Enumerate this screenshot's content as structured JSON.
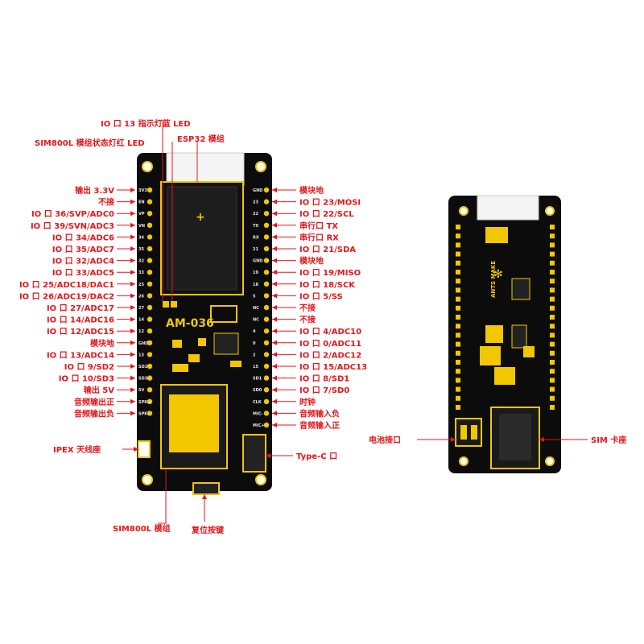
{
  "board": {
    "model": "AM-036",
    "brand": "ANTS MAKE"
  },
  "top_labels": [
    "IO 口 13 指示灯蓝 LED",
    "SIM800L 模组状态灯红 LED",
    "ESP32 模组"
  ],
  "left_labels": [
    "输出 3.3V",
    "不接",
    "IO 口 36/SVP/ADC0",
    "IO 口 39/SVN/ADC3",
    "IO 口 34/ADC6",
    "IO 口 35/ADC7",
    "IO 口 32/ADC4",
    "IO 口 33/ADC5",
    "IO 口 25/ADC18/DAC1",
    "IO 口 26/ADC19/DAC2",
    "IO 口 27/ADC17",
    "IO 口 14/ADC16",
    "IO 口 12/ADC15",
    "模块地",
    "IO 口 13/ADC14",
    "IO 口 9/SD2",
    "IO 口 10/SD3",
    "输出 5V",
    "音频输出正",
    "音频输出负"
  ],
  "right_labels": [
    "模块地",
    "IO 口 23/MOSI",
    "IO 口 22/SCL",
    "串行口 TX",
    "串行口 RX",
    "IO 口 21/SDA",
    "模块地",
    "IO 口 19/MISO",
    "IO 口 18/SCK",
    "IO 口 5/SS",
    "不接",
    "不接",
    "IO 口 4/ADC10",
    "IO 口 0/ADC11",
    "IO 口 2/ADC12",
    "IO 口 15/ADC13",
    "IO 口 8/SD1",
    "IO 口 7/SD0",
    "时钟",
    "音频输入负",
    "音频输入正"
  ],
  "silk_left": [
    "3V3",
    "EN",
    "VP",
    "VN",
    "34",
    "35",
    "32",
    "33",
    "25",
    "26",
    "27",
    "14",
    "12",
    "GND",
    "13",
    "SD2",
    "SD3",
    "5V",
    "SPK+",
    "SPK-"
  ],
  "silk_right": [
    "GND",
    "23",
    "22",
    "TX",
    "RX",
    "21",
    "GND",
    "19",
    "18",
    "5",
    "NC",
    "NC",
    "4",
    "0",
    "2",
    "15",
    "SD1",
    "SD0",
    "CLK",
    "MIC-",
    "MIC+"
  ],
  "other_labels": {
    "ipex": "IPEX 天线座",
    "typec": "Type-C 口",
    "sim800l": "SIM800L 模组",
    "reset": "复位按键",
    "battery": "电池接口",
    "simcard": "SIM 卡座"
  },
  "colors": {
    "label": "#e6161b",
    "pcb": "#0c0c0c",
    "gold": "#f2c700",
    "silk": "#e8e8e8"
  }
}
